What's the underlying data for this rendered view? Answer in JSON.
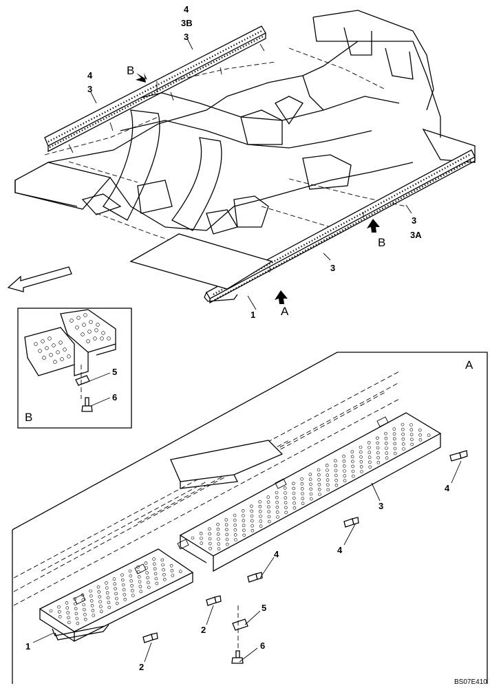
{
  "labels": {
    "top": [
      {
        "text": "4"
      },
      {
        "text": "3B"
      },
      {
        "text": "3"
      },
      {
        "text": "4"
      },
      {
        "text": "3"
      },
      {
        "text": "B"
      },
      {
        "text": "3"
      },
      {
        "text": "3A"
      },
      {
        "text": "B"
      },
      {
        "text": "3"
      },
      {
        "text": "1"
      },
      {
        "text": "A"
      }
    ],
    "inset": [
      {
        "text": "5"
      },
      {
        "text": "6"
      },
      {
        "text": "B"
      }
    ],
    "detail": [
      {
        "text": "A"
      },
      {
        "text": "4"
      },
      {
        "text": "3"
      },
      {
        "text": "4"
      },
      {
        "text": "4"
      },
      {
        "text": "5"
      },
      {
        "text": "2"
      },
      {
        "text": "6"
      },
      {
        "text": "1"
      },
      {
        "text": "2"
      }
    ]
  },
  "drawing_code": "BS07E410"
}
